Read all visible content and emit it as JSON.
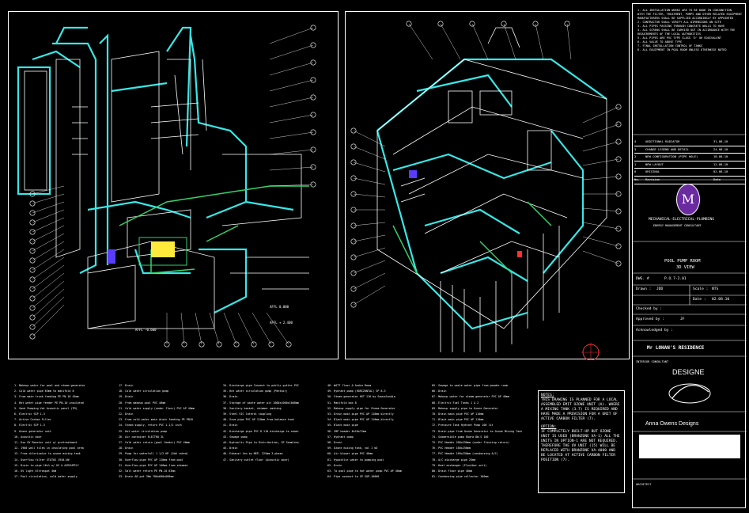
{
  "left_view": {
    "level_label_1": "AFFL 0.000",
    "level_label_2": "AFFL + 2.400",
    "level_label_3": "AFFL -0.600"
  },
  "title_block": {
    "notes": [
      "1. ALL INSTALLATION WORKS ARE TO BE DONE IN CONJUNCTION",
      "WITH THE FILTER, TREATMENT, PUMPS AND OTHER RELATED EQUIPMENT",
      "MANUFACTURERS SHALL BE SUPPLIED ACCORDINGLY BY APPOINTED",
      "2. CONTRACTOR SHALL VERIFY ALL DIMENSIONS ON SITE",
      "3. ALL PIPES PASSING THROUGH CONCRETE WALLS TO HAVE",
      "4. ALL SCREWS SHALL BE CARRIED OUT IN ACCORDANCE WITH THE",
      "REQUIREMENTS OF THE LOCAL AUTHORITIES",
      "5. ALL PIPES ARE PVC TYPE CLASS 'D' OR EQUIVALENT",
      "6. ALL VALVE TO ABOVE TYPE",
      "7. FINAL INSTALLATION CONTROL OF TANKS",
      "8. ALL EQUIPMENT IN POOL ROOM UNLESS OTHERWISE NOTED"
    ],
    "revisions": [
      {
        "no": "4",
        "desc": "ADDITIONAL RADIATOR",
        "date": "31.08.10"
      },
      {
        "no": "3",
        "desc": "CHANGE LEGEND AND DETAIL",
        "date": "24.08.10"
      },
      {
        "no": "2",
        "desc": "NEW CONFIGURATION (PIPE HOLE)",
        "date": "18.08.10"
      },
      {
        "no": "1",
        "desc": "NEW LAYOUT",
        "date": "12.08.10"
      },
      {
        "no": "0",
        "desc": "ORIGINAL",
        "date": "02.08.10"
      }
    ],
    "rev_header": {
      "no": "No.",
      "desc": "Revision",
      "date": "Date"
    },
    "company_name": "MECHANICAL-ELECTRICAL-PLUMBING",
    "company_line2": "ENERGY MANAGEMENT CONSULTANT",
    "logo_mark": "M",
    "drawing_title_1": "POOL PUMP ROOM",
    "drawing_title_2": "3D VIEW",
    "dwg_no_label": "DWG. #",
    "dwg_no_value": "P.O.7-2.01",
    "scale_label": "Scale :",
    "scale_value": "NTS",
    "drawn_label": "Drawn :",
    "drawn_value": "JDD",
    "date_label": "Date :",
    "date_value": "02.08.10",
    "checked_label": "Checked by :",
    "approved_label": "Approved by :",
    "approved_value": "JF",
    "acknowledged_label": "Acknowledged by :",
    "project_name": "Mr LOHAN'S RESIDENCE",
    "interior_label": "INTERIOR CONSULTANT",
    "designer_mark": "DESIGNE",
    "architect_label": "ARCHITECT",
    "designs_name": "Anna Owens Designs"
  },
  "notes_box": {
    "heading1": "NOTES:",
    "text1": "THIS DRAWING IS PLANNED FOR A LOCAL ASSEMBLED EMIT OZONE UNIT (A). WHERE A MIXING TANK (3.7) IS REQUIRED AND HAVE MADE A PROVISION FOR A UNIT OF ACTIVE CARBON FILTER (7).",
    "heading2": "OPTION:",
    "text2": "IF COMPLETELY BUILT-UP BUT OZONE UNIT IS USED (BRANZONE VA-1) ALL THE UNITS IN OPTION-1 ARE NOT REQUIRED. THEREFORE THE UV UNIT (15) WILL BE REPLACED WITH BRANZONE VA-4000 AND BE LOCATED AT ACTIVE CARBON FILTER POSITION (7)."
  },
  "legend": [
    [
      "1. Makeup water for pool and steam generator",
      "2. Cold water pipe 63mm to manifold 8",
      "3. From main trunk feeding PE PN 10 45mm",
      "4. Hot water pipe feeder PE PN-10 insulated",
      "5. Sand Pumping Vat Acoustic panel (TM)",
      "6. Electric SSP 1-3",
      "7. Active Carbon Filter",
      "8. Electric SSP 1-3",
      "9. Ozone generator unit",
      "10. Acoustic door",
      "11. Ozo UV Reactor unit w/ pretreatment",
      "12. 1900 wall tiles in insulating pool area",
      "13. From chlorinator to ozone mixing tank",
      "14. Overflow filter STATOS 1940-UW",
      "15. Drain to pipe 16x1 w/ UV & AIRSUPPLY",
      "16. UV light Ultraspot 4kW",
      "17. Pool circulation, cold water supply"
    ],
    [
      "17. Drain",
      "18. Cold water circulation pump",
      "19. Drain",
      "20. From makeup pool PVC 40mm",
      "21. Cold water supply (under floor) PVC AP 40mm",
      "22. Drain",
      "23. From cold water main drain feeding PE PN10",
      "24. Steam supply, return PVC 1-1/2 inch",
      "25. Hot water circulation pump",
      "26. Air container ELECTRO 3L",
      "27. Cold water return (pool feeder) PVC 40mm",
      "28. Drain",
      "29. Pump for waterfall 1 1/2 HP (1kW rated)",
      "30. Overflow pipe PVC AP 110mm from pool",
      "31. Overflow pipe PVC AP 140mm from skimmer",
      "32. Salt water return PE PN-10 63mm",
      "33. Drain AD pot 30m 700x600x600mm"
    ],
    [
      "34. Discharge pipe Connect to public gutter PVC",
      "35. Hot water circulation pump (Pentair)",
      "36. Drain",
      "37. Storage of waste water pit 1000x1000x1000mm",
      "38. Sanitary basket, skimmer washing",
      "39. Steel VIC lateral coupling",
      "40. Scum pipe PVC AP 110mm from balance tank",
      "41. Drain",
      "42. Discharge pipe PVC D 110 discharge to sewer",
      "43. Sewage pump",
      "44. Hydraulic Pipe to Distribution, SP Seamless",
      "45. Drain",
      "46. Exhaust fan by MEP, 225mm 3-phase",
      "47. Sanitary outlet floor (Acoustic door)"
    ],
    [
      "48. WATT floor & Audio Room",
      "49. Hydrant pump (HORIZONTAL) SP 8-3",
      "50. Steam generator HST 116 by Saunalandia",
      "51. Manifold box 8",
      "52. Makeup supply pipe for Steam Generator",
      "53. Drain main pipe PVC AP 110mm directly",
      "54. Black main pipe PVC AP 110mm directly",
      "55. Black main pipe",
      "56. SBP header 8x10x72mm",
      "57. Hydrant pump",
      "58. Drain",
      "59. Ozone mixing tank, vol 1 m3",
      "60. Air blower pipe PVC 40mm",
      "61. Hypochlor water to pumping pool",
      "62. Drain",
      "63. To pool pipe to hot water pump PVC AP 40mm",
      "64. Pipe connect to SP SUP-10000"
    ],
    [
      "65. Sewage to waste water pipe from powder room",
      "66. Drain",
      "67. Makeup water for steam generator PVC AP 40mm",
      "68. Electric Fuel Tanks 1 & 2",
      "69. Makeup supply pipe to Ozone Generator",
      "70. Drain main pipe PVC AP 110mm",
      "71. Black main pipe PVC AP 110mm",
      "72. Pressure Tank Hydrant Pump 100 lit",
      "73. Drain pipe from Ozone Generator to Ozone Mixing Tank",
      "74. Submersible pump Ebara DW-S 100",
      "75. PVC Header 200x250mm (under flooring return)",
      "76. PVC Header 160x250mm",
      "77. PVC Header 160x250mm (condensing A/C)",
      "78. A/C discharge pipe 25mm",
      "79. Heat exchanger (Flexibar unit)",
      "80. Drain floor pipe 40mm",
      "81. Condensing pipe collector 160mm"
    ]
  ]
}
